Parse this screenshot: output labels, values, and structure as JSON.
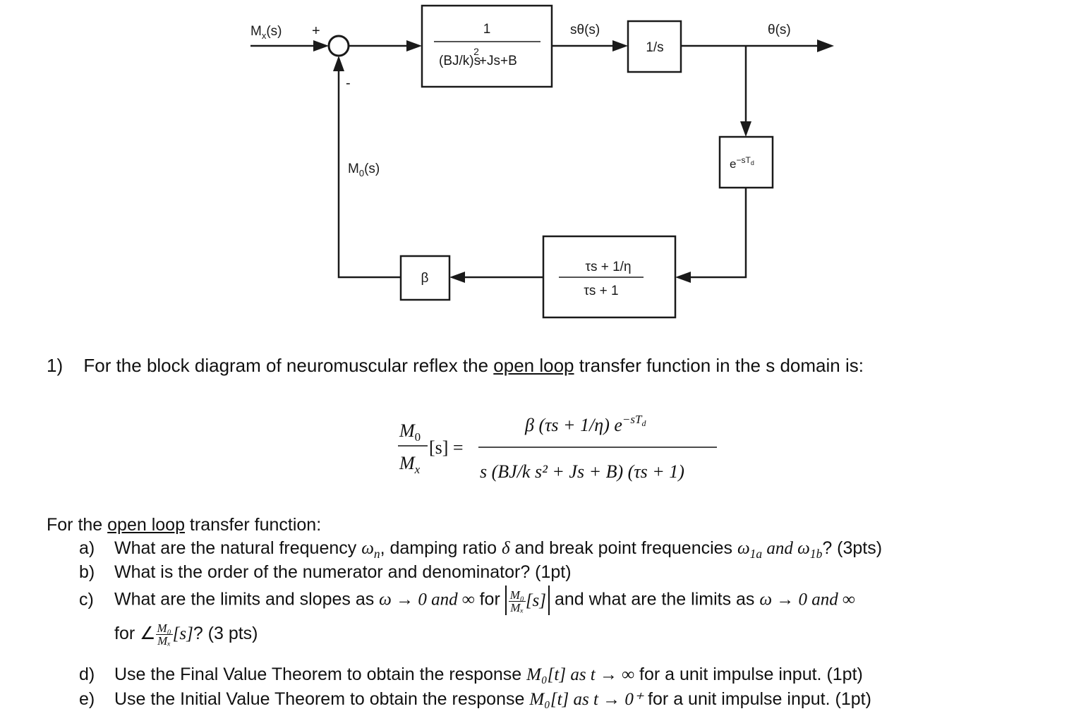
{
  "diagram": {
    "input_label": "M",
    "input_sub": "x",
    "input_arg": "(s)",
    "plus_sign": "+",
    "minus_sign": "-",
    "feedback_label": "M",
    "feedback_sub": "0",
    "feedback_arg": "(s)",
    "plant_num": "1",
    "plant_den_part1": "(BJ/k)s",
    "plant_den_exp": "2",
    "plant_den_part2": "+Js+B",
    "velocity_label": "sθ(s)",
    "integrator": "1/s",
    "output_label": "θ(s)",
    "delay_base": "e",
    "delay_exp": "−sT",
    "delay_exp_sub": "d",
    "lead_num": "τs + 1/η",
    "lead_den": "τs + 1",
    "gain": "β"
  },
  "question1": {
    "number": "1)",
    "text_before": "For the block diagram of neuromuscular reflex the ",
    "underlined": "open loop",
    "text_after": " transfer function in the s domain is:"
  },
  "equation": {
    "lhs_num": "M",
    "lhs_num_sub": "0",
    "lhs_den": "M",
    "lhs_den_sub": "x",
    "lhs_arg": "[s] =",
    "rhs_num": "β (τs + 1/η) e",
    "rhs_num_exp": "−sT",
    "rhs_num_exp_sub": "d",
    "rhs_den": "s (BJ/k s² + Js + B) (τs + 1)"
  },
  "intro2": {
    "before": "For the ",
    "underlined": "open loop",
    "after": " transfer function:"
  },
  "questions": [
    {
      "letter": "a)",
      "text1": "What are the natural frequency ",
      "m1": "ω",
      "m1_sub": "n",
      "text2": ", damping ratio ",
      "m2": "δ",
      "text3": " and break point frequencies ",
      "m3": "ω",
      "m3_sub": "1a",
      "m_and": " and ",
      "m4": "ω",
      "m4_sub": "1b",
      "text4": "? (3pts)"
    },
    {
      "letter": "b)",
      "text1": "What is the order of the numerator and denominator? (1pt)"
    },
    {
      "letter": "c)",
      "text1": "What are the limits and slopes as ",
      "m1": "ω → 0 and ∞",
      "text2": " for ",
      "frac_num": "M₀",
      "frac_den": "Mₓ",
      "arg": "[s]",
      "text3": " and what are the limits as ",
      "m2": "ω → 0 and ∞"
    },
    {
      "letter": "",
      "text1": "for ∠",
      "frac_num": "M₀",
      "frac_den": "Mₓ",
      "arg": "[s]",
      "text2": "? (3 pts)"
    },
    {
      "letter": "d)",
      "text1": "Use the Final Value Theorem to obtain the response ",
      "m1": "M₀[t] as t → ∞",
      "text2": " for a unit impulse input. (1pt)"
    },
    {
      "letter": "e)",
      "text1": "Use the Initial Value Theorem to obtain the response ",
      "m1": "M₀[t] as t → 0⁺",
      "text2": " for a unit impulse input. (1pt)"
    }
  ]
}
